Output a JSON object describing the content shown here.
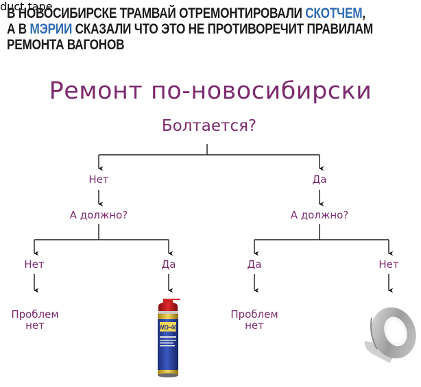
{
  "header": {
    "line1_a": "В НОВОСИБИРСКЕ ТРАМВАЙ ОТРЕМОНТИРОВАЛИ ",
    "line1_hl": "СКОТЧЕМ",
    "line1_b": ",",
    "line2_a": "А В ",
    "line2_hl": "МЭРИИ",
    "line2_b": " СКАЗАЛИ ЧТО ЭТО НЕ ПРОТИВОРЕЧИТ ПРАВИЛАМ",
    "line3": "РЕМОНТА ВАГОНОВ"
  },
  "diagram": {
    "title": "Ремонт по-новосибирски",
    "root_question": "Болтается?",
    "left_answer": "Нет",
    "right_answer": "Да",
    "left_question": "А должно?",
    "right_question": "А должно?",
    "ll_answer": "Нет",
    "lr_answer": "Да",
    "rl_answer": "Да",
    "rr_answer": "Нет",
    "leaf_no_problem_1": "Проблем нет",
    "leaf_no_problem_2": "Проблем нет",
    "leaf_wd40": "WD-40",
    "leaf_tape": "duct tape"
  },
  "colors": {
    "accent": "#7d2a6e",
    "highlight": "#2e6bb3",
    "line": "#1a1a1a"
  }
}
